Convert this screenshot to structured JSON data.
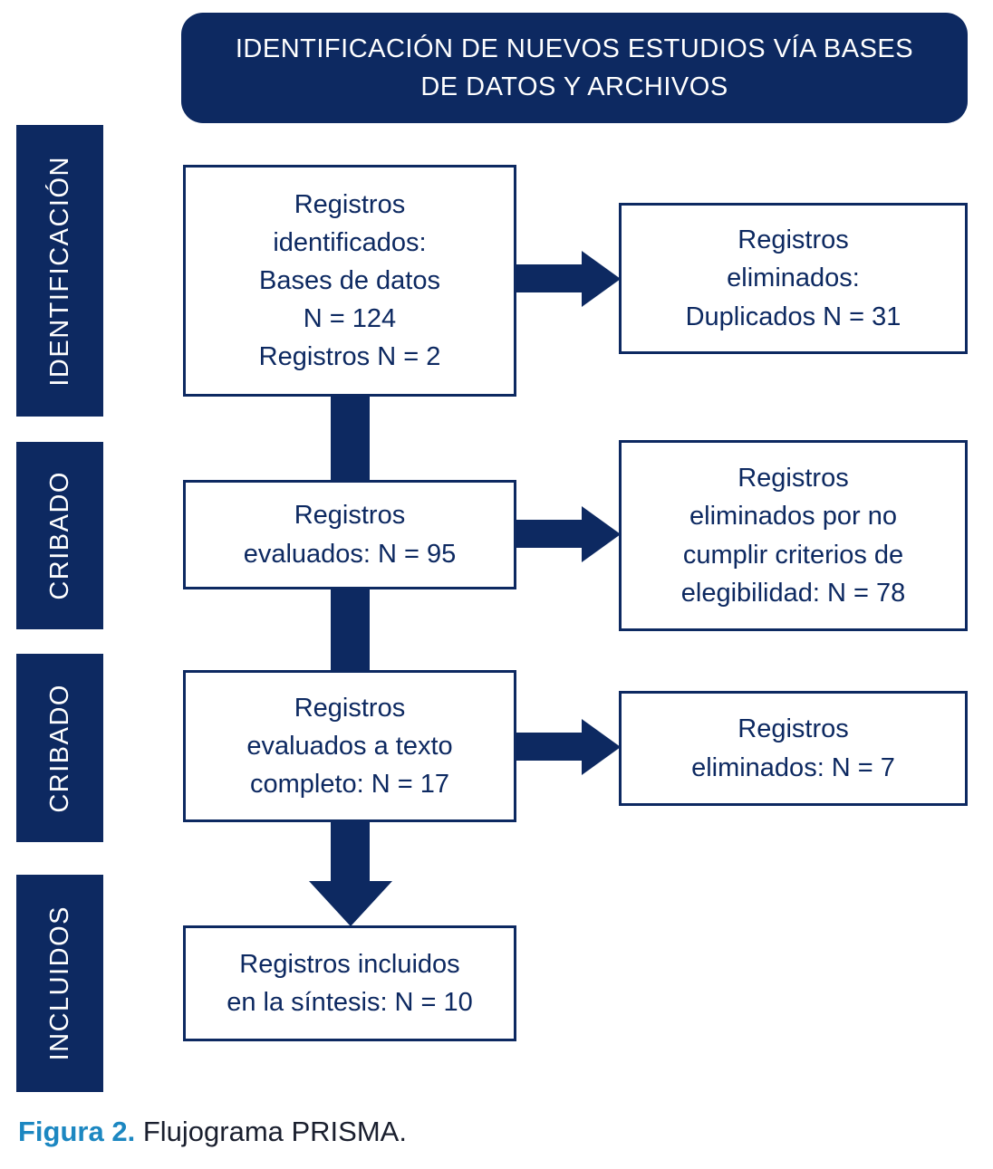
{
  "colors": {
    "navy": "#0d2961",
    "caption_blue": "#1c87c1",
    "caption_text": "#1a1f2e",
    "background": "#ffffff"
  },
  "header": {
    "title": "IDENTIFICACIÓN DE NUEVOS ESTUDIOS VÍA BASES\nDE DATOS Y ARCHIVOS"
  },
  "stages": [
    {
      "label": "IDENTIFICACIÓN"
    },
    {
      "label": "CRIBADO"
    },
    {
      "label": "CRIBADO"
    },
    {
      "label": "INCLUIDOS"
    }
  ],
  "main_boxes": [
    {
      "text": "Registros\nidentificados:\nBases de datos\nN = 124\nRegistros N = 2"
    },
    {
      "text": "Registros\nevaluados: N = 95"
    },
    {
      "text": "Registros\nevaluados a texto\ncompleto: N = 17"
    },
    {
      "text": "Registros incluidos\nen la síntesis: N = 10"
    }
  ],
  "right_boxes": [
    {
      "text": "Registros\neliminados:\nDuplicados N = 31"
    },
    {
      "text": "Registros\neliminados por no\ncumplir criterios de\nelegibilidad: N = 78"
    },
    {
      "text": "Registros\neliminados: N = 7"
    }
  ],
  "caption": {
    "figure_label": "Figura 2.",
    "text": " Flujograma PRISMA."
  }
}
